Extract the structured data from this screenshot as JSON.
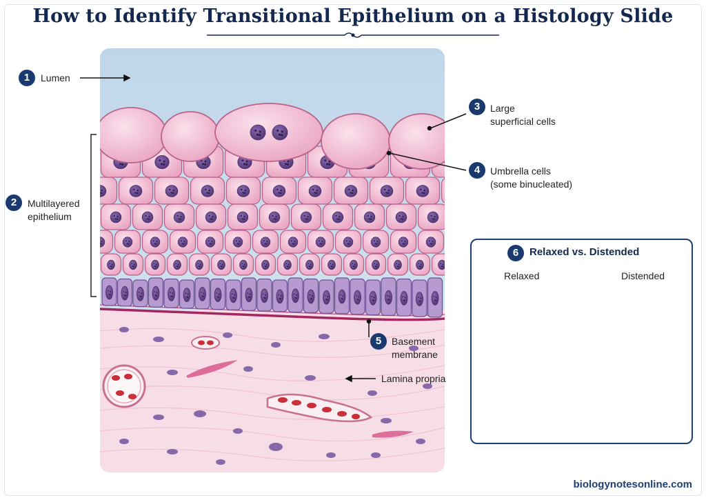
{
  "title": "How to Identify Transitional Epithelium on a Histology Slide",
  "labels": {
    "lumen": {
      "num": "1",
      "text": "Lumen"
    },
    "multilayered": {
      "num": "2",
      "line1": "Multilayered",
      "line2": "epithelium"
    },
    "superficial": {
      "num": "3",
      "line1": "Large",
      "line2": "superficial cells"
    },
    "umbrella": {
      "num": "4",
      "line1": "Umbrella cells",
      "line2": "(some binucleated)"
    },
    "basement": {
      "num": "5",
      "line1": "Basement",
      "line2": "membrane"
    },
    "lamina": {
      "text": "Lamina propria"
    }
  },
  "inset": {
    "num": "6",
    "title": "Relaxed vs. Distended",
    "relaxed": "Relaxed",
    "distended": "Distended"
  },
  "footer": "biologynotesonline.com",
  "colors": {
    "navy": "#1a3a6f",
    "lumen": "#c9dcec",
    "cell": "#f2b9d0",
    "cell_border": "#b9628a",
    "nucleus": "#6a4a8a",
    "basal": "#9a78b8",
    "connective": "#f6dde6",
    "rbc": "#c8303a"
  }
}
